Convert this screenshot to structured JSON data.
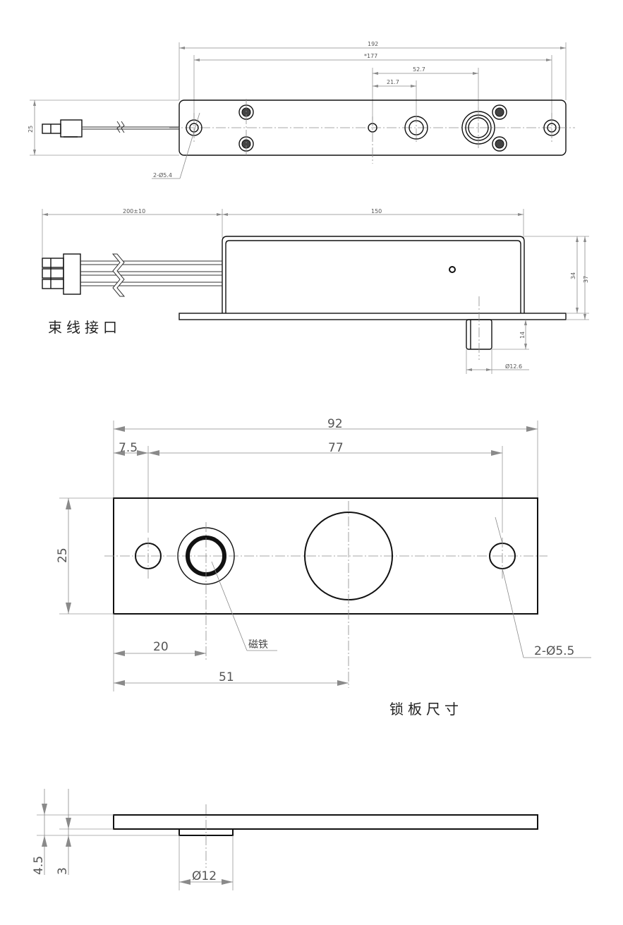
{
  "views": {
    "top": {
      "dim_overall": "192",
      "dim_inner": "*177",
      "dim_52": "52.7",
      "dim_21": "21.7",
      "dim_height": "25",
      "hole_callout": "2-Ø5.4"
    },
    "side": {
      "dim_cable": "200±10",
      "dim_body": "150",
      "dim_34": "34",
      "dim_37": "37",
      "dim_14": "14",
      "dim_pin": "Ø12.6",
      "label_connector": "束线接口"
    },
    "strike_plate": {
      "dim_overall": "92",
      "dim_edge": "7.5",
      "dim_holes": "77",
      "dim_height": "25",
      "dim_20": "20",
      "dim_51": "51",
      "hole_callout": "2-Ø5.5",
      "label_magnet": "磁铁",
      "label_title": "锁板尺寸"
    },
    "plate_side": {
      "dim_45": "4.5",
      "dim_3": "3",
      "dim_dia": "Ø12"
    }
  }
}
